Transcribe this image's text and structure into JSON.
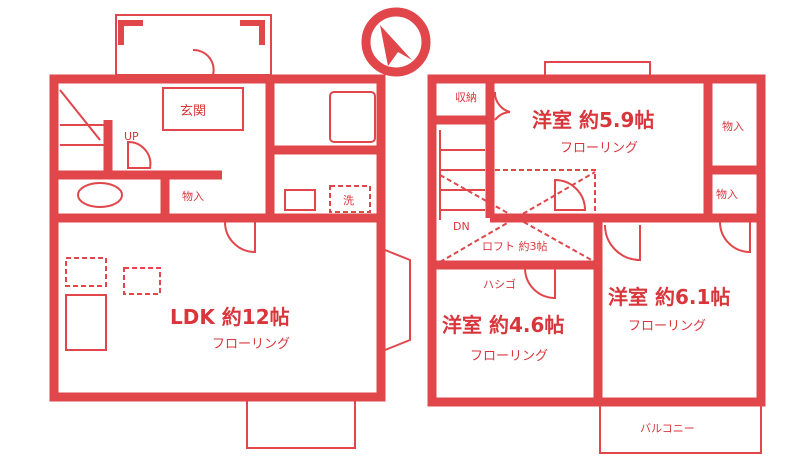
{
  "floor1": {
    "entrance": "玄関",
    "up": "UP",
    "storage": "物入",
    "laundry": "洗",
    "ldk_title": "LDK 約12帖",
    "ldk_floor": "フローリング"
  },
  "floor2": {
    "closet": "収納",
    "room1_title": "洋室 約5.9帖",
    "room1_floor": "フローリング",
    "storage1": "物入",
    "storage2": "物入",
    "dn": "DN",
    "loft": "ロフト 約3帖",
    "ladder": "ハシゴ",
    "room2_title": "洋室 約4.6帖",
    "room2_floor": "フローリング",
    "room3_title": "洋室 約6.1帖",
    "room3_floor": "フローリング",
    "balcony": "バルコニー"
  },
  "colors": {
    "wall": "#e0464a"
  }
}
